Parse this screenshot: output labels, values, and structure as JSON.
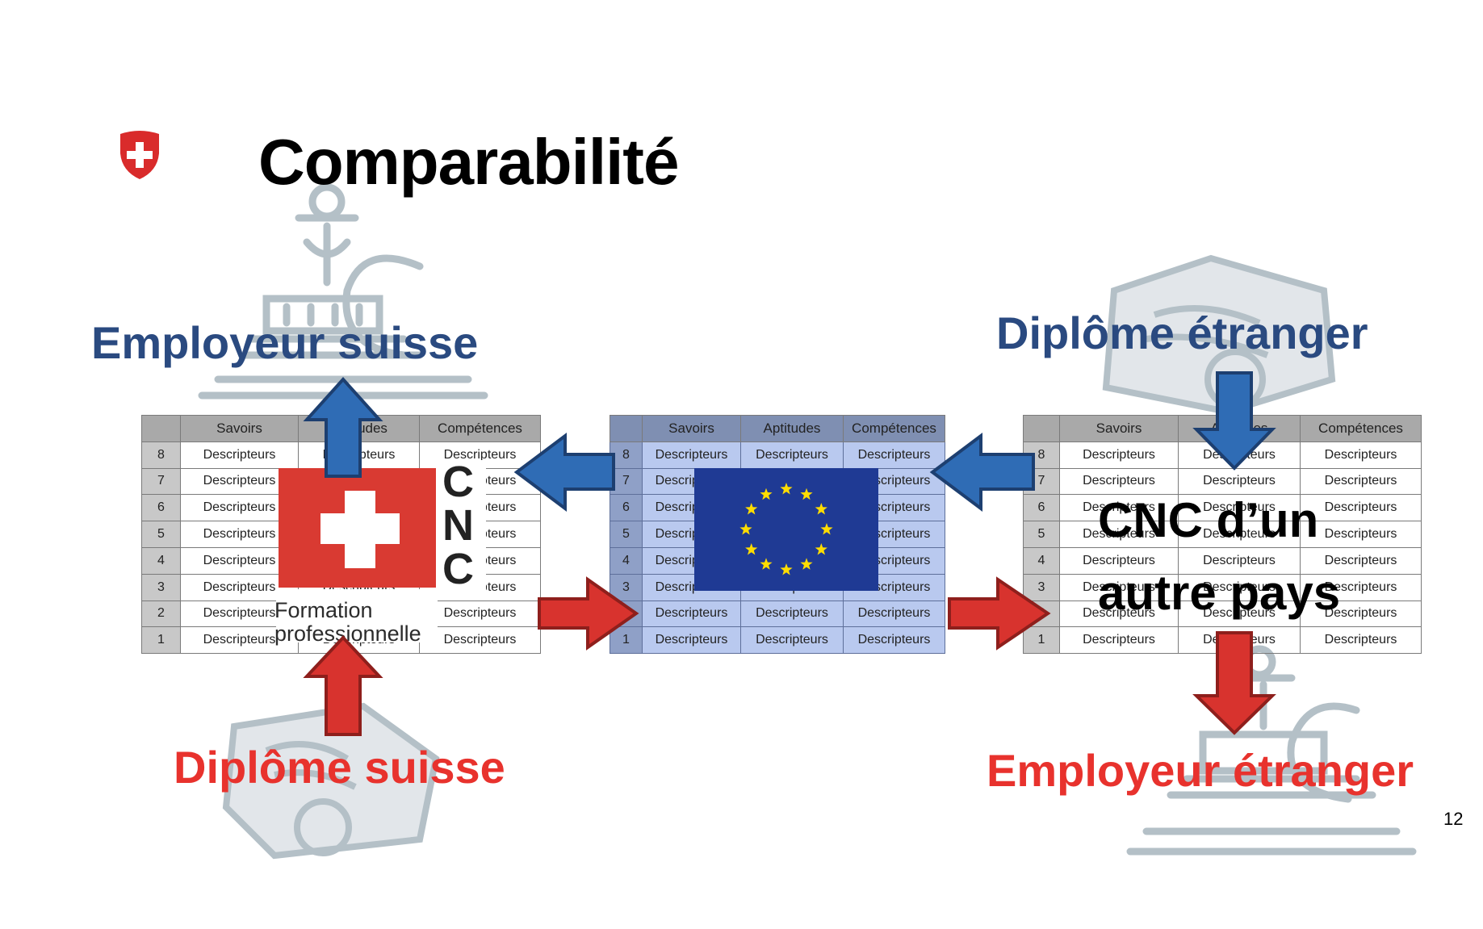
{
  "title": "Comparabilité",
  "labels": {
    "employeur_suisse": "Employeur suisse",
    "diplome_suisse": "Diplôme suisse",
    "diplome_etranger": "Diplôme étranger",
    "employeur_etranger": "Employeur étranger",
    "cnc_autre_line1": "CNC d’un",
    "cnc_autre_line2": "autre pays"
  },
  "cnc_logo": {
    "letters": [
      "C",
      "N",
      "C"
    ],
    "caption_line1": "Formation",
    "caption_line2": "professionnelle"
  },
  "table": {
    "headers": [
      "Savoirs",
      "Aptitudes",
      "Compétences"
    ],
    "levels": [
      "8",
      "7",
      "6",
      "5",
      "4",
      "3",
      "2",
      "1"
    ],
    "cell": "Descripteurs"
  },
  "page_number": "12",
  "colors": {
    "blue_text": "#2a4a80",
    "red_text": "#e8322d",
    "blue_arrow": "#2f6cb5",
    "red_arrow": "#d8332e",
    "eu_blue": "#1f3a94",
    "eu_star": "#ffdd00"
  },
  "icons": [
    "swiss-shield-icon",
    "swiss-cross-icon",
    "eu-flag-icon",
    "employer-building-icon",
    "diploma-scroll-icon"
  ]
}
